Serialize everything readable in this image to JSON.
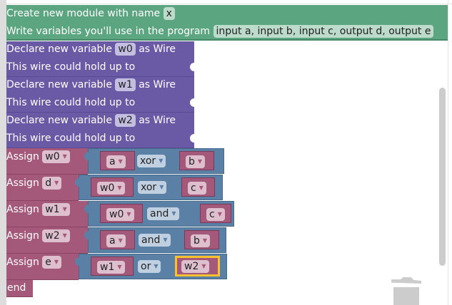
{
  "workspace": {
    "module": {
      "label_create": "Create new module with name",
      "module_name": "x",
      "label_vars": "Write variables you'll use in the program",
      "vars_value": "input a, input b, input c, output d, output e",
      "color": "#5ba580"
    },
    "declares": [
      {
        "label_declare": "Declare new variable",
        "name": "w0",
        "label_as": "as Wire",
        "label_hold": "This wire could hold up to"
      },
      {
        "label_declare": "Declare new variable",
        "name": "w1",
        "label_as": "as Wire",
        "label_hold": "This wire could hold up to"
      },
      {
        "label_declare": "Declare new variable",
        "name": "w2",
        "label_as": "as Wire",
        "label_hold": "This wire could hold up to"
      }
    ],
    "assigns": [
      {
        "label": "Assign",
        "target": "w0",
        "left": "a",
        "op": "xor",
        "right": "b"
      },
      {
        "label": "Assign",
        "target": "d",
        "left": "w0",
        "op": "xor",
        "right": "c"
      },
      {
        "label": "Assign",
        "target": "w1",
        "left": "w0",
        "op": "and",
        "right": "c"
      },
      {
        "label": "Assign",
        "target": "w2",
        "left": "a",
        "op": "and",
        "right": "b"
      },
      {
        "label": "Assign",
        "target": "e",
        "left": "w1",
        "op": "or",
        "right": "w2",
        "right_selected": true
      }
    ],
    "end_label": "end",
    "dropdown_arrow": "▼",
    "colors": {
      "declare": "#6a5aa5",
      "assign": "#a5597a",
      "operator": "#5b80a5",
      "selected_outline": "#fbc02d"
    }
  },
  "icons": {
    "trash": "trash-icon"
  }
}
